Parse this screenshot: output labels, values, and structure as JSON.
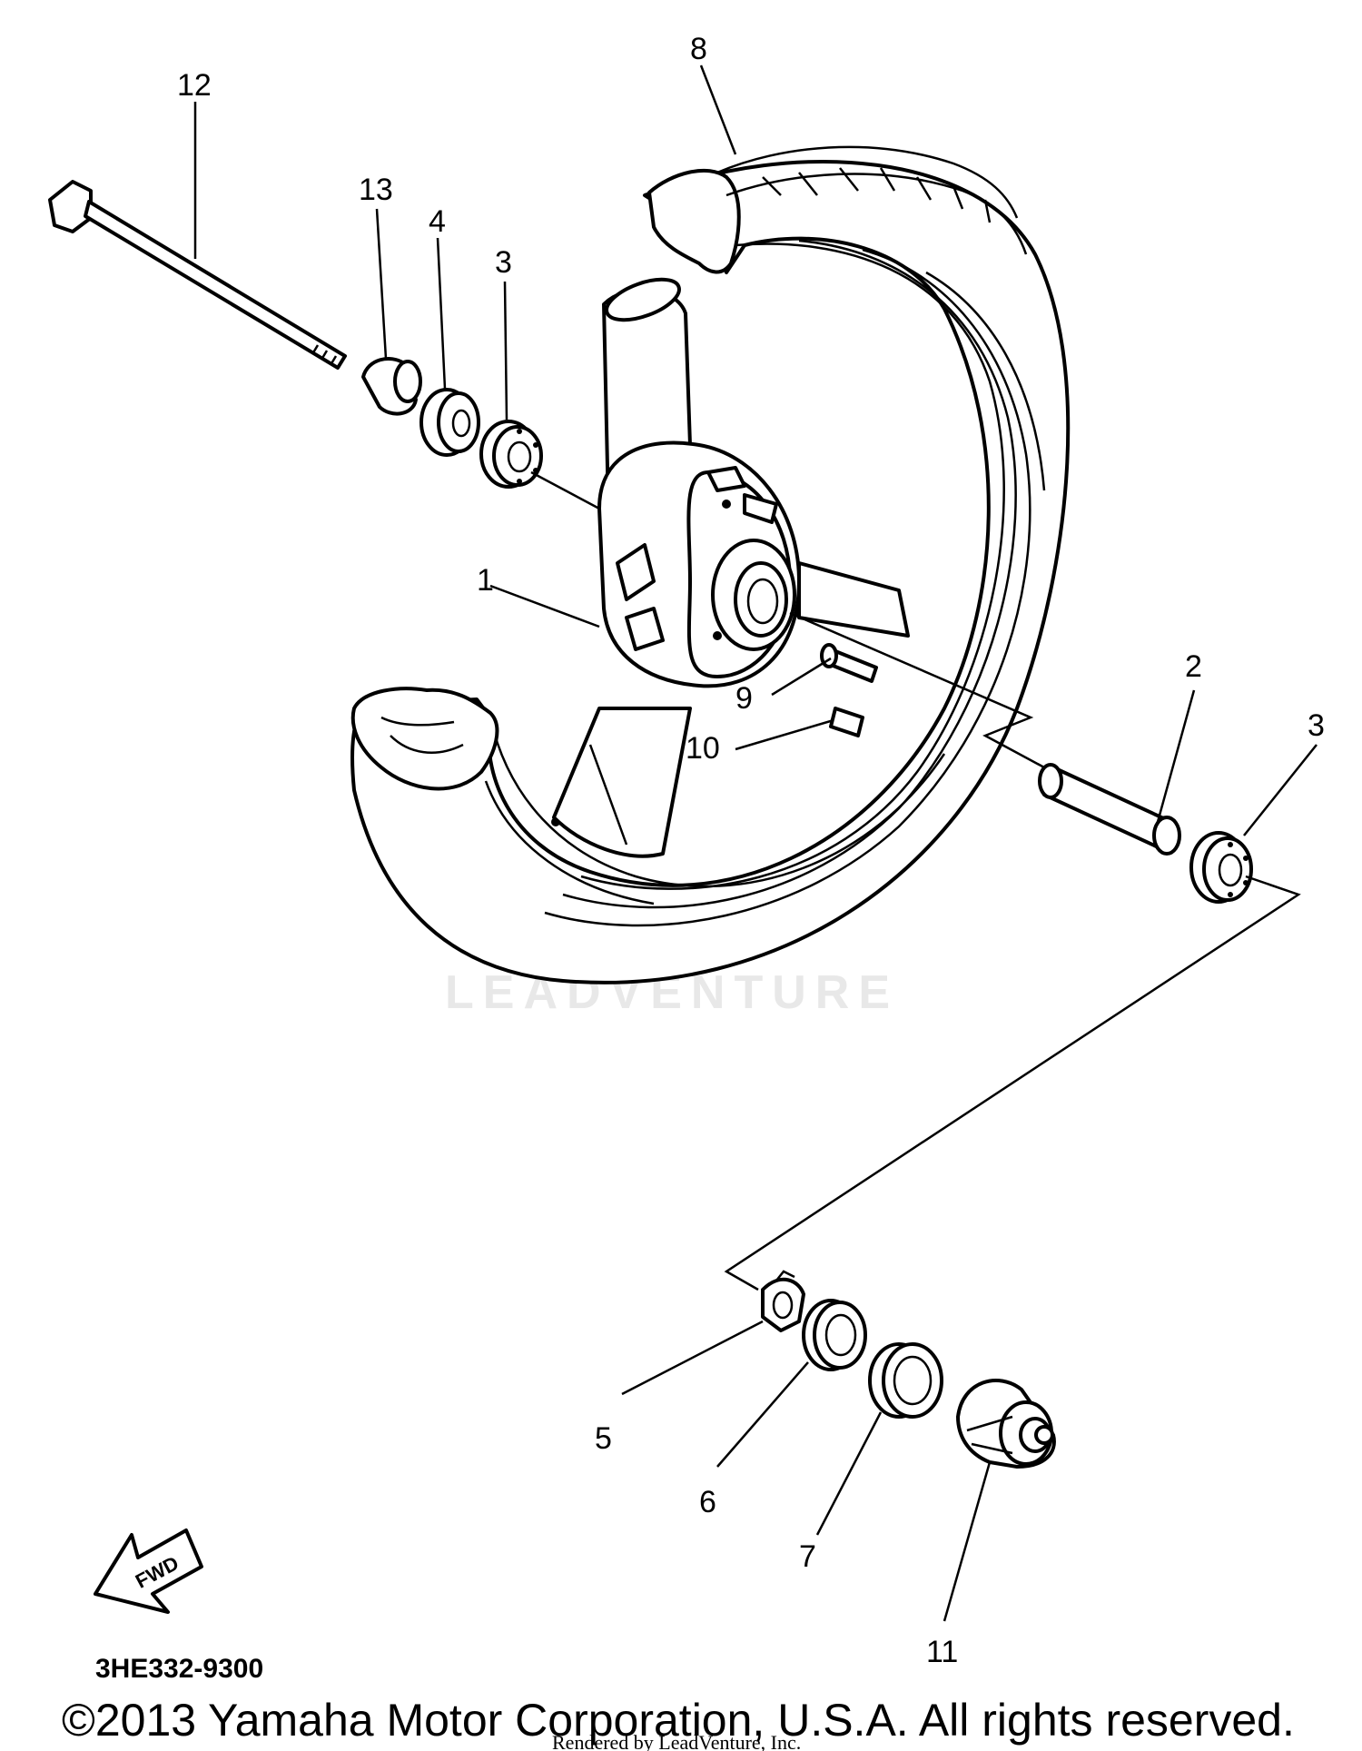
{
  "diagram": {
    "part_numbers": {
      "p1": "1",
      "p2": "2",
      "p3a": "3",
      "p3b": "3",
      "p4": "4",
      "p5": "5",
      "p6": "6",
      "p7": "7",
      "p8": "8",
      "p9": "9",
      "p10": "10",
      "p11": "11",
      "p12": "12",
      "p13": "13"
    },
    "fwd_label": "FWD",
    "diagram_code": "3HE332-9300",
    "watermark": "LEADVENTURE",
    "copyright": "©2013 Yamaha Motor Corporation, U.S.A. All rights reserved.",
    "rendered_by": "Rendered by LeadVenture, Inc."
  }
}
